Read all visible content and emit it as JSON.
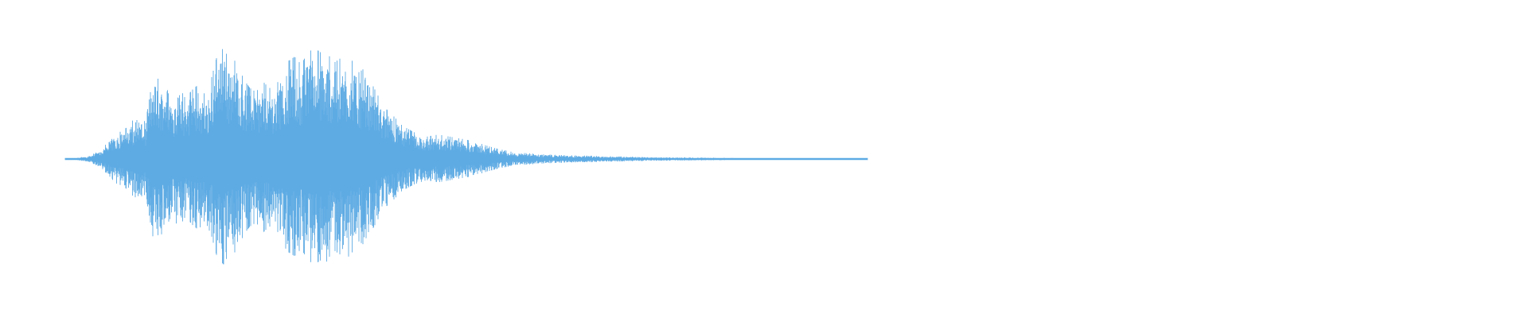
{
  "waveform": {
    "color": "#5eabe4",
    "background": "#ffffff",
    "peak_envelope": [
      [
        0.0,
        0.0
      ],
      [
        0.015,
        0.01
      ],
      [
        0.03,
        0.03
      ],
      [
        0.045,
        0.08
      ],
      [
        0.06,
        0.22
      ],
      [
        0.07,
        0.25
      ],
      [
        0.08,
        0.3
      ],
      [
        0.09,
        0.42
      ],
      [
        0.1,
        0.33
      ],
      [
        0.11,
        0.77
      ],
      [
        0.118,
        0.7
      ],
      [
        0.126,
        0.75
      ],
      [
        0.134,
        0.56
      ],
      [
        0.142,
        0.65
      ],
      [
        0.15,
        0.54
      ],
      [
        0.158,
        0.62
      ],
      [
        0.166,
        0.67
      ],
      [
        0.174,
        0.58
      ],
      [
        0.182,
        0.72
      ],
      [
        0.19,
        0.95
      ],
      [
        0.198,
        1.0
      ],
      [
        0.206,
        0.85
      ],
      [
        0.214,
        0.9
      ],
      [
        0.222,
        0.72
      ],
      [
        0.23,
        0.64
      ],
      [
        0.238,
        0.6
      ],
      [
        0.246,
        0.7
      ],
      [
        0.254,
        0.64
      ],
      [
        0.262,
        0.63
      ],
      [
        0.27,
        0.8
      ],
      [
        0.278,
        0.88
      ],
      [
        0.286,
        0.92
      ],
      [
        0.294,
        0.85
      ],
      [
        0.302,
        0.95
      ],
      [
        0.31,
        1.0
      ],
      [
        0.318,
        0.96
      ],
      [
        0.326,
        0.97
      ],
      [
        0.334,
        0.86
      ],
      [
        0.342,
        0.9
      ],
      [
        0.35,
        0.95
      ],
      [
        0.358,
        0.88
      ],
      [
        0.366,
        0.78
      ],
      [
        0.374,
        0.82
      ],
      [
        0.382,
        0.68
      ],
      [
        0.392,
        0.54
      ],
      [
        0.4,
        0.45
      ],
      [
        0.41,
        0.38
      ],
      [
        0.42,
        0.3
      ],
      [
        0.435,
        0.24
      ],
      [
        0.45,
        0.2
      ],
      [
        0.465,
        0.22
      ],
      [
        0.48,
        0.2
      ],
      [
        0.495,
        0.18
      ],
      [
        0.51,
        0.16
      ],
      [
        0.525,
        0.12
      ],
      [
        0.54,
        0.09
      ],
      [
        0.56,
        0.06
      ],
      [
        0.58,
        0.05
      ],
      [
        0.6,
        0.04
      ],
      [
        0.62,
        0.035
      ],
      [
        0.65,
        0.03
      ],
      [
        0.68,
        0.025
      ],
      [
        0.71,
        0.02
      ],
      [
        0.74,
        0.015
      ],
      [
        0.77,
        0.015
      ],
      [
        0.8,
        0.012
      ],
      [
        0.83,
        0.01
      ],
      [
        0.86,
        0.008
      ],
      [
        0.9,
        0.006
      ],
      [
        0.95,
        0.006
      ],
      [
        1.0,
        0.006
      ]
    ]
  }
}
